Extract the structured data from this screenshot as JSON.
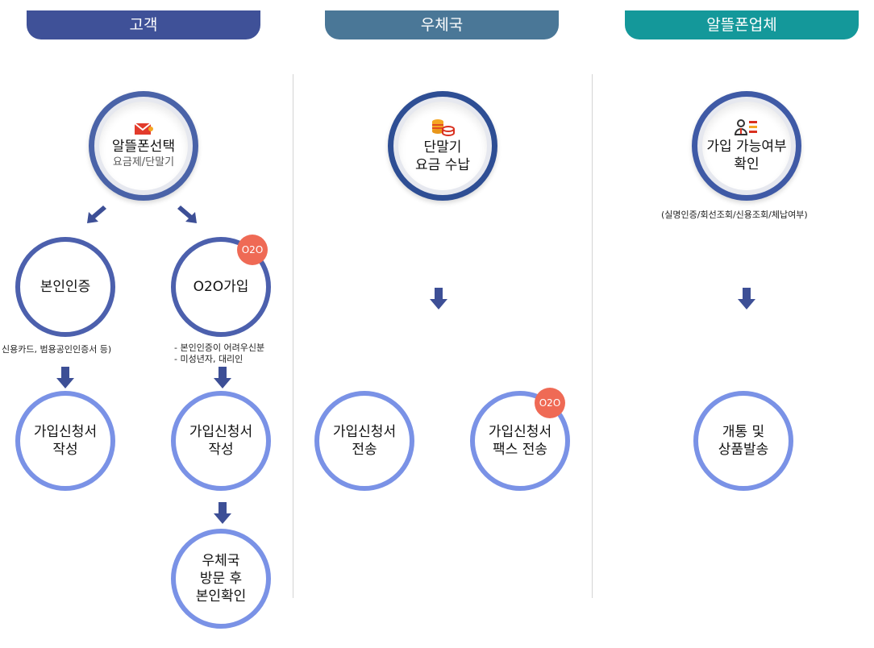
{
  "lanes": {
    "customer": "고객",
    "post_office": "우체국",
    "mvno": "알뜰폰업체"
  },
  "customer": {
    "select": {
      "title": "알뜰폰선택",
      "subtitle": "요금제/단말기"
    },
    "identity": {
      "label": "본인인증",
      "note": "신용카드, 범용공인인증서 등)"
    },
    "o2o": {
      "label": "O2O가입",
      "badge": "O2O",
      "note_line1": "- 본인인증이 어려우신분",
      "note_line2": "- 미성년자, 대리인"
    },
    "form_left": {
      "line1": "가입신청서",
      "line2": "작성"
    },
    "form_right": {
      "line1": "가입신청서",
      "line2": "작성"
    },
    "visit": {
      "line1": "우체국",
      "line2": "방문 후",
      "line3": "본인확인"
    }
  },
  "post_office": {
    "payment": {
      "line1": "단말기",
      "line2": "요금 수납"
    },
    "send": {
      "line1": "가입신청서",
      "line2": "전송"
    },
    "fax": {
      "line1": "가입신청서",
      "line2": "팩스 전송",
      "badge": "O2O"
    }
  },
  "mvno": {
    "check": {
      "line1": "가입 가능여부",
      "line2": "확인",
      "note": "(실명인증/회선조회/신용조회/체납여부)"
    },
    "ship": {
      "line1": "개통 및",
      "line2": "상품발송"
    }
  },
  "colors": {
    "customer_header": "#3f5198",
    "post_header": "#4a7797",
    "mvno_header": "#14989a",
    "dark_ring": "#4c60ad",
    "light_ring": "#7a92e6",
    "badge": "#ef6a55",
    "arrow": "#3d4f96"
  },
  "icons": [
    "phone-select-icon",
    "coins-icon",
    "person-check-icon"
  ]
}
